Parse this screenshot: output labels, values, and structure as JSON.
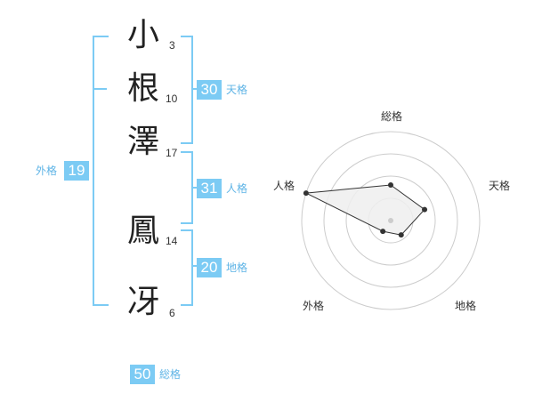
{
  "characters": [
    {
      "char": "小",
      "strokes": "3"
    },
    {
      "char": "根",
      "strokes": "10"
    },
    {
      "char": "澤",
      "strokes": "17"
    },
    {
      "char": "鳳",
      "strokes": "14"
    },
    {
      "char": "冴",
      "strokes": "6"
    }
  ],
  "fortunes": {
    "tenkaku": {
      "value": "30",
      "label": "天格"
    },
    "jinkaku": {
      "value": "31",
      "label": "人格"
    },
    "chikaku": {
      "value": "20",
      "label": "地格"
    },
    "gaikaku": {
      "value": "19",
      "label": "外格"
    },
    "soukaku": {
      "value": "50",
      "label": "総格"
    }
  },
  "chart_data": {
    "type": "radar",
    "axes": [
      "総格",
      "天格",
      "地格",
      "外格",
      "人格"
    ],
    "values": [
      0.4,
      0.4,
      0.2,
      0.15,
      1.0
    ],
    "rings": 4,
    "colors": {
      "line": "#333333",
      "fill": "#eeeeee",
      "rings": "#cccccc",
      "accent": "#7ccbf4"
    }
  }
}
